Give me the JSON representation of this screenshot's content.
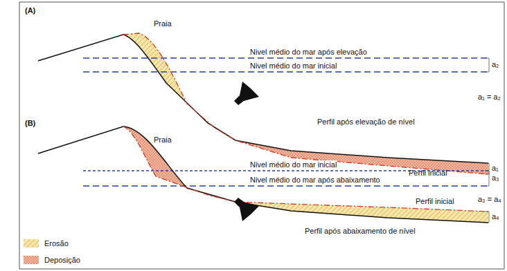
{
  "diagram": {
    "labels": [
      "(A)",
      "Praia",
      "Nivel médio do mar após elevação",
      "Nivel médio do mar inicial",
      "a₂",
      "a₁ = a₂",
      "Perfil após elevação de nível",
      "Perfil inicial",
      "a₁",
      "(B)",
      "Praia",
      "Nivel médio do mar inicial",
      "Nivel médio do mar após abaixamento",
      "a₃",
      "a₃ = a₄",
      "Perfil inicial",
      "Perfil após abaixamento de nível",
      "a₄"
    ],
    "legend": [
      {
        "text": "Erosão"
      },
      {
        "text": "Deposição"
      }
    ]
  }
}
